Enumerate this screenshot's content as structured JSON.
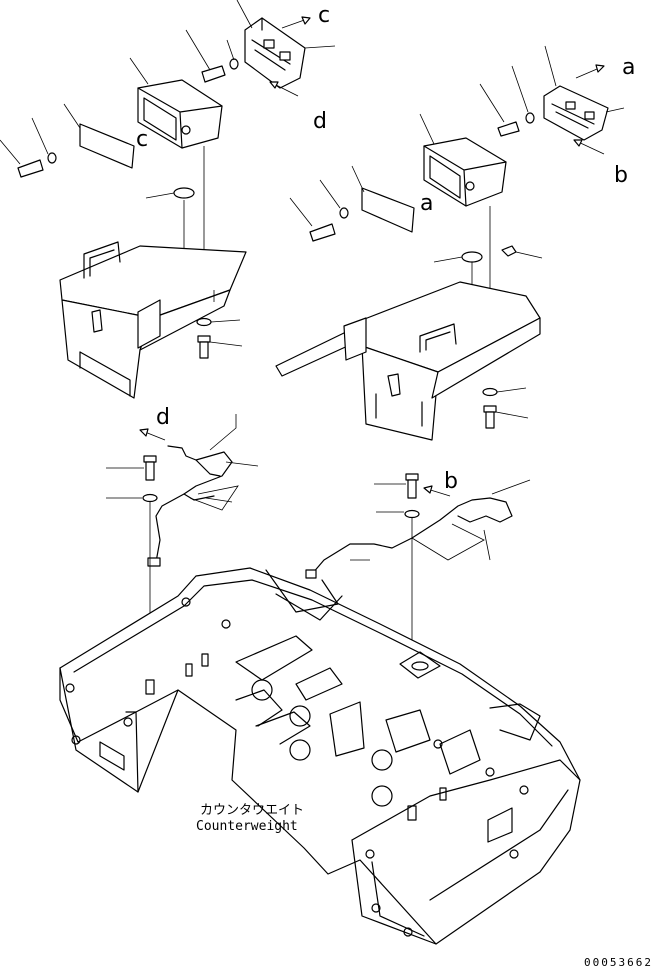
{
  "callouts": {
    "a_top": "a",
    "a_plate": "a",
    "b_top": "b",
    "b_harness": "b",
    "c_top": "c",
    "c_plate": "c",
    "d_top": "d",
    "d_harness": "d"
  },
  "caption": {
    "jp": "カウンタウエイト",
    "en": "Counterweight"
  },
  "drawing_number": "00053662"
}
